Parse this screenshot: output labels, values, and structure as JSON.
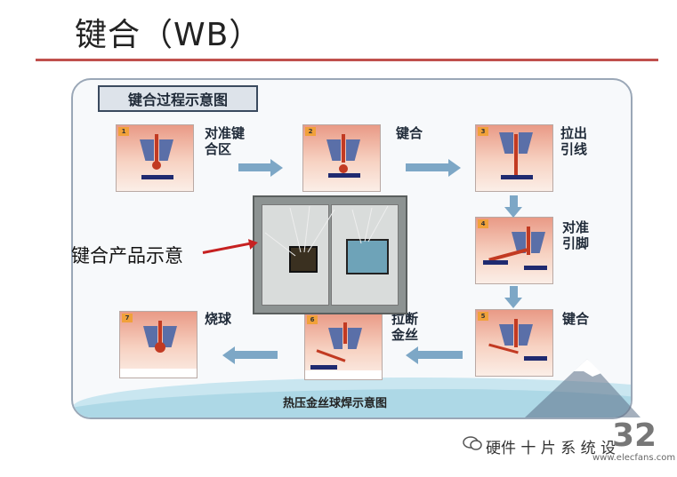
{
  "page": {
    "title": "键合（WB）",
    "number": "32"
  },
  "diagram": {
    "header": "键合过程示意图",
    "caption": "热压金丝球焊示意图",
    "product_label": "键合产品示意",
    "steps": [
      {
        "num": "1",
        "label": "对准键\n合区"
      },
      {
        "num": "2",
        "label": "键合"
      },
      {
        "num": "3",
        "label": "拉出\n引线"
      },
      {
        "num": "4",
        "label": "对准\n引脚"
      },
      {
        "num": "5",
        "label": "键合"
      },
      {
        "num": "6",
        "label": "拉断\n金丝"
      },
      {
        "num": "7",
        "label": "烧球"
      }
    ],
    "colors": {
      "arrow": "#7da7c6",
      "pointer": "#c62121",
      "wire": "#c23a22",
      "capillary": "#5a6fa8"
    }
  },
  "watermark": {
    "text": "硬件 十 片 系 统 设",
    "url": "www.elecfans.com"
  }
}
